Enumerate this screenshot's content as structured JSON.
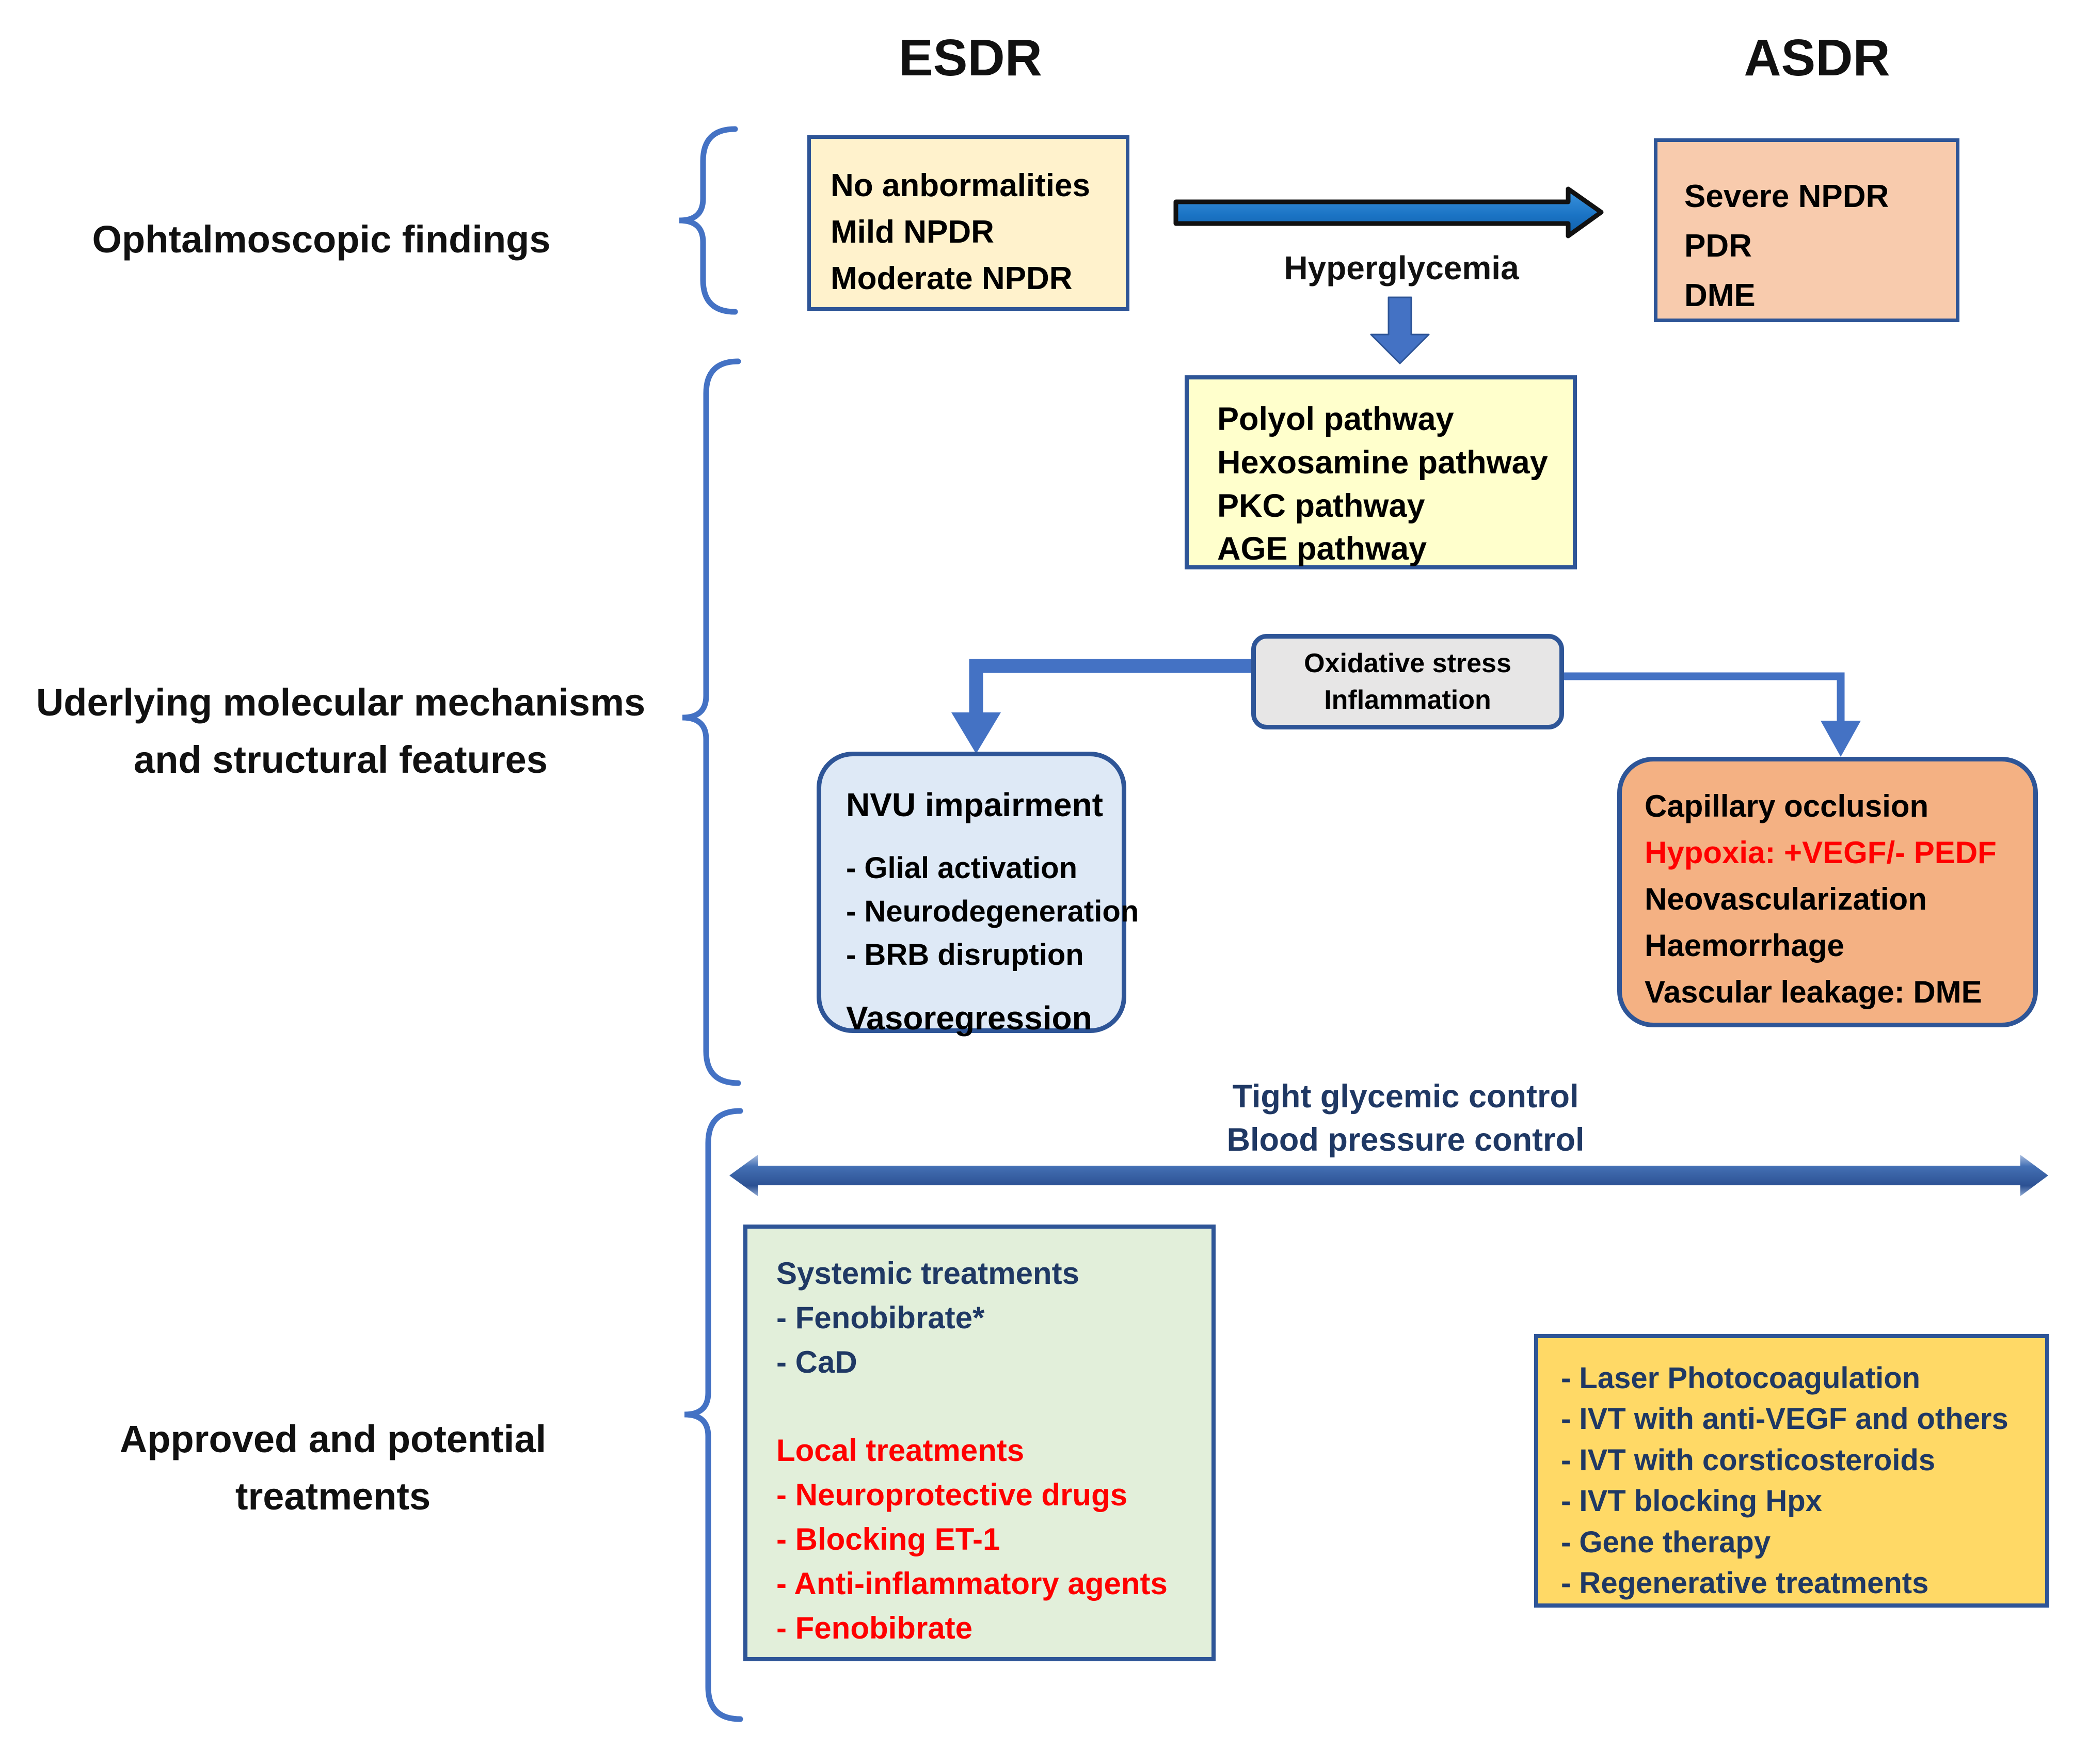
{
  "titles": {
    "left": "ESDR",
    "right": "ASDR"
  },
  "row_labels": {
    "findings": "Ophtalmoscopic findings",
    "mechanisms_line1": "Uderlying molecular mechanisms",
    "mechanisms_line2": "and structural features",
    "treatments_line1": "Approved and potential",
    "treatments_line2": "treatments"
  },
  "arrows": {
    "hyperglycemia_label": "Hyperglycemia",
    "control_line1": "Tight glycemic control",
    "control_line2": "Blood pressure control"
  },
  "boxes": {
    "esdr_findings": {
      "lines": [
        "No anbormalities",
        "Mild NPDR",
        "Moderate NPDR"
      ]
    },
    "asdr_findings": {
      "lines": [
        "Severe NPDR",
        "PDR",
        "DME"
      ]
    },
    "pathways": {
      "lines": [
        "Polyol pathway",
        "Hexosamine pathway",
        "PKC pathway",
        "AGE pathway"
      ]
    },
    "oxidative": {
      "line1": "Oxidative stress",
      "line2": "Inflammation"
    },
    "nvu": {
      "title": "NVU impairment",
      "items": [
        "- Glial activation",
        "- Neurodegeneration",
        "- BRB disruption"
      ],
      "footer": "Vasoregression"
    },
    "capillary": {
      "line1": "Capillary occlusion",
      "line2_red": "Hypoxia: +VEGF/- PEDF",
      "line3": "Neovascularization",
      "line4": "Haemorrhage",
      "line5": "Vascular leakage: DME"
    },
    "systemic": {
      "header": "Systemic treatments",
      "systemic_items": [
        "- Fenobibrate*",
        "- CaD"
      ],
      "local_header": "Local treatments",
      "local_items": [
        "- Neuroprotective drugs",
        "- Blocking ET-1",
        "- Anti-inflammatory agents",
        "- Fenobibrate"
      ]
    },
    "asdr_treatments": {
      "lines": [
        "- Laser Photocoagulation",
        "- IVT with anti-VEGF and others",
        "- IVT with corsticosteroids",
        "- IVT blocking Hpx",
        "- Gene therapy",
        "- Regenerative treatments"
      ]
    }
  },
  "colors": {
    "border_blue": "#2E5597",
    "arrow_blue": "#4472C4",
    "bright_arrow_blue": "#1B74C5",
    "navy_text": "#1F3864",
    "red_text": "#FF0000",
    "fill_cream": "#FFF2CC",
    "fill_peach": "#F8CBAD",
    "fill_pale_yellow": "#FFFFCC",
    "fill_grey": "#E7E6E6",
    "fill_light_blue": "#DEE9F6",
    "fill_orange": "#F4B183",
    "fill_green": "#E2EFDA",
    "fill_gold": "#FFD966"
  }
}
